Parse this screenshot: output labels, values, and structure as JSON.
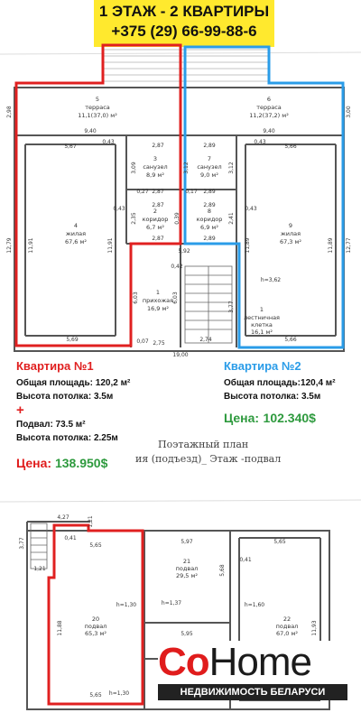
{
  "banner": {
    "line1": "1 ЭТАЖ - 2 КВАРТИРЫ",
    "line2": "+375 (29) 66-99-88-6"
  },
  "apt1": {
    "title": "Квартира №1",
    "area": "Общая площадь: 120,2 м²",
    "height": "Высота потолка: 3.5м",
    "plus": "+",
    "basement_area": "Подвал: 73.5 м²",
    "basement_height": "Высота потолка: 2.25м",
    "price_label": "Цена:",
    "price_value": "138.950$"
  },
  "apt2": {
    "title": "Квартира №2",
    "area": "Общая площадь:120,4 м²",
    "height": "Высота потолка: 3.5м",
    "price_label": "Цена:",
    "price_value": "102.340$"
  },
  "plan2": {
    "title1": "Поэтажный план",
    "title2": "ия (подъезд)_   Этаж -подвал"
  },
  "floor1": {
    "rooms": {
      "r5": [
        "5",
        "терраса",
        "11,1(37,0) м²"
      ],
      "r6": [
        "6",
        "терраса",
        "11,2(37,2) м²"
      ],
      "r3": [
        "3",
        "санузел",
        "8,9 м²"
      ],
      "r7": [
        "7",
        "санузел",
        "9,0 м²"
      ],
      "r2": [
        "2",
        "коридор",
        "6,7 м²"
      ],
      "r8": [
        "8",
        "коридор",
        "6,9 м²"
      ],
      "r4": [
        "4",
        "жилая",
        "67,6 м²"
      ],
      "r9": [
        "9",
        "жилая",
        "67,3 м²"
      ],
      "r1": [
        "1",
        "прихожая",
        "16,9 м²"
      ],
      "rl": [
        "1",
        "лестничная",
        "клетка",
        "16,1 м²"
      ]
    },
    "dims": {
      "d298": "2,98",
      "d300": "3,00",
      "d940a": "9,40",
      "d940b": "9,40",
      "d043a": "0,43",
      "d043b": "0,43",
      "d567": "5,67",
      "d566a": "5,66",
      "d287a": "2,87",
      "d287b": "2,87",
      "d287c": "2,87",
      "d287d": "2,87",
      "d289a": "2,89",
      "d289b": "2,89",
      "d289c": "2,89",
      "d289d": "2,89",
      "d309": "3,09",
      "d312a": "3,12",
      "d312b": "3,12",
      "d027": "0,27",
      "d017": "0,17",
      "d235": "2,35",
      "d039": "0,39",
      "d241": "2,41",
      "d043c": "0,43",
      "d043d": "0,43",
      "d1279": "12,79",
      "d1191a": "11,91",
      "d1191b": "11,91",
      "d1189a": "11,89",
      "d1189b": "11,89",
      "d1277": "12,77",
      "d592": "5,92",
      "d042": "0,42",
      "d603a": "6,03",
      "d603b": "6,03",
      "d377": "3,77",
      "h362": "h=3,62",
      "d569": "5,69",
      "d007": "0,07",
      "d275": "2,75",
      "d274": "2,74",
      "d1900": "19,00",
      "d566b": "5,66"
    }
  },
  "basement": {
    "rooms": {
      "r20": [
        "20",
        "подвал",
        "65,3 м²"
      ],
      "r21": [
        "21",
        "подвал",
        "29,5 м²"
      ],
      "r22": [
        "22",
        "подвал",
        "67,0 м²"
      ]
    },
    "dims": {
      "d427": "4,27",
      "d121a": "1,21",
      "d121b": "1,21",
      "d377": "3,77",
      "d041a": "0,41",
      "d565a": "5,65",
      "d597": "5,97",
      "d565b": "5,65",
      "d041b": "0,41",
      "d568": "5,68",
      "h130a": "h=1,30",
      "h137": "h=1,37",
      "h160": "h=1,60",
      "d1188": "11,88",
      "d1193": "11,93",
      "d595": "5,95",
      "d565c": "5,65",
      "h130b": "h=1,30"
    }
  },
  "logo": {
    "part1": "Co",
    "part2": "Home",
    "sub": "НЕДВИЖИМОСТЬ БЕЛАРУСИ"
  },
  "colors": {
    "red": "#e02020",
    "blue": "#2a9ce8",
    "yellow": "#ffe92e",
    "green": "#2e9a3e"
  }
}
